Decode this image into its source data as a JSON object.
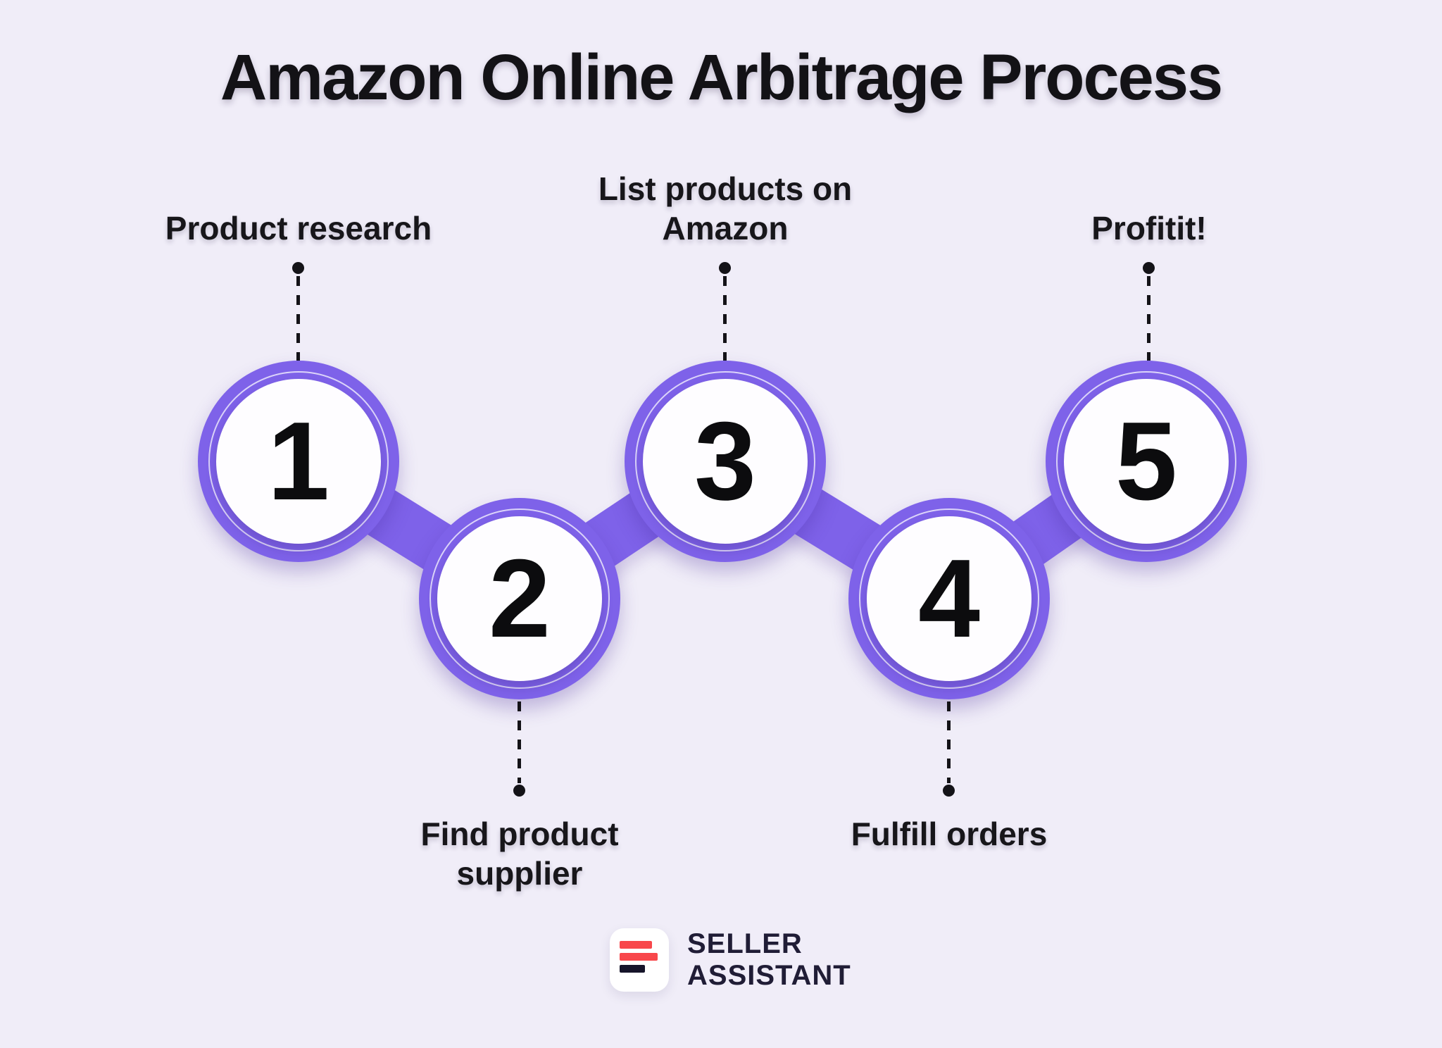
{
  "title": "Amazon Online Arbitrage Process",
  "steps": [
    {
      "number": "1",
      "label": "Product research",
      "label_position": "top"
    },
    {
      "number": "2",
      "label": "Find product\nsupplier",
      "label_position": "bottom"
    },
    {
      "number": "3",
      "label": "List products on\nAmazon",
      "label_position": "top"
    },
    {
      "number": "4",
      "label": "Fulfill orders",
      "label_position": "bottom"
    },
    {
      "number": "5",
      "label": "Profitit!",
      "label_position": "top"
    }
  ],
  "logo": {
    "line1": "SELLER",
    "line2": "ASSISTANT"
  },
  "colors": {
    "background": "#f0edf8",
    "purple": "#7e62e9",
    "logo_red": "#f8474b",
    "logo_dark": "#16142a",
    "ink": "#131216"
  }
}
